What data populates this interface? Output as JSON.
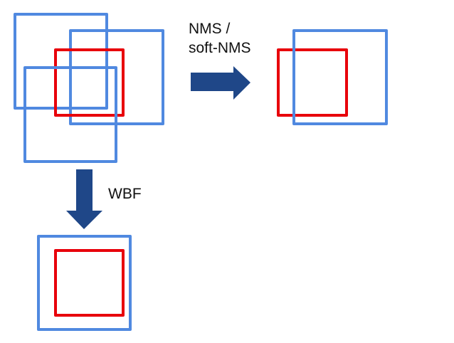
{
  "labels": {
    "nms_line1": "NMS /",
    "nms_line2": "soft-NMS",
    "wbf": "WBF"
  },
  "colors": {
    "prediction_box": "#5089e0",
    "fused_box": "#e8000b",
    "arrow": "#1f4788"
  }
}
